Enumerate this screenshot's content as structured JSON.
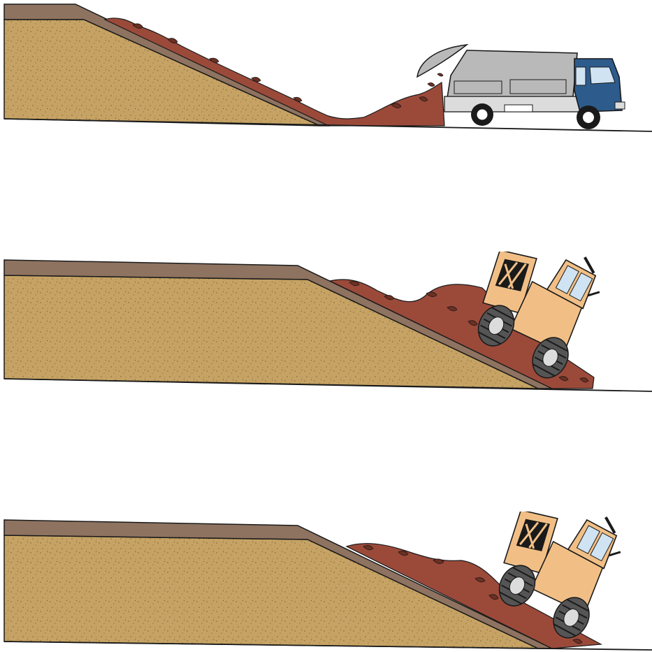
{
  "panels": [
    {
      "id": "panel-1",
      "vehicle": "dump-truck"
    },
    {
      "id": "panel-2",
      "vehicle": "landfill-compactor"
    },
    {
      "id": "panel-3",
      "vehicle": "landfill-compactor"
    }
  ],
  "colors": {
    "soil": "#c6a364",
    "cover_layer": "#8e7360",
    "waste": "#9b4a3a",
    "waste_dark": "#6e2f22",
    "truck_cab": "#2d5b8c",
    "truck_body": "#b9b9b9",
    "compactor_body": "#f1bf86",
    "line": "#1a1a1a",
    "window": "#cfe3f2"
  }
}
